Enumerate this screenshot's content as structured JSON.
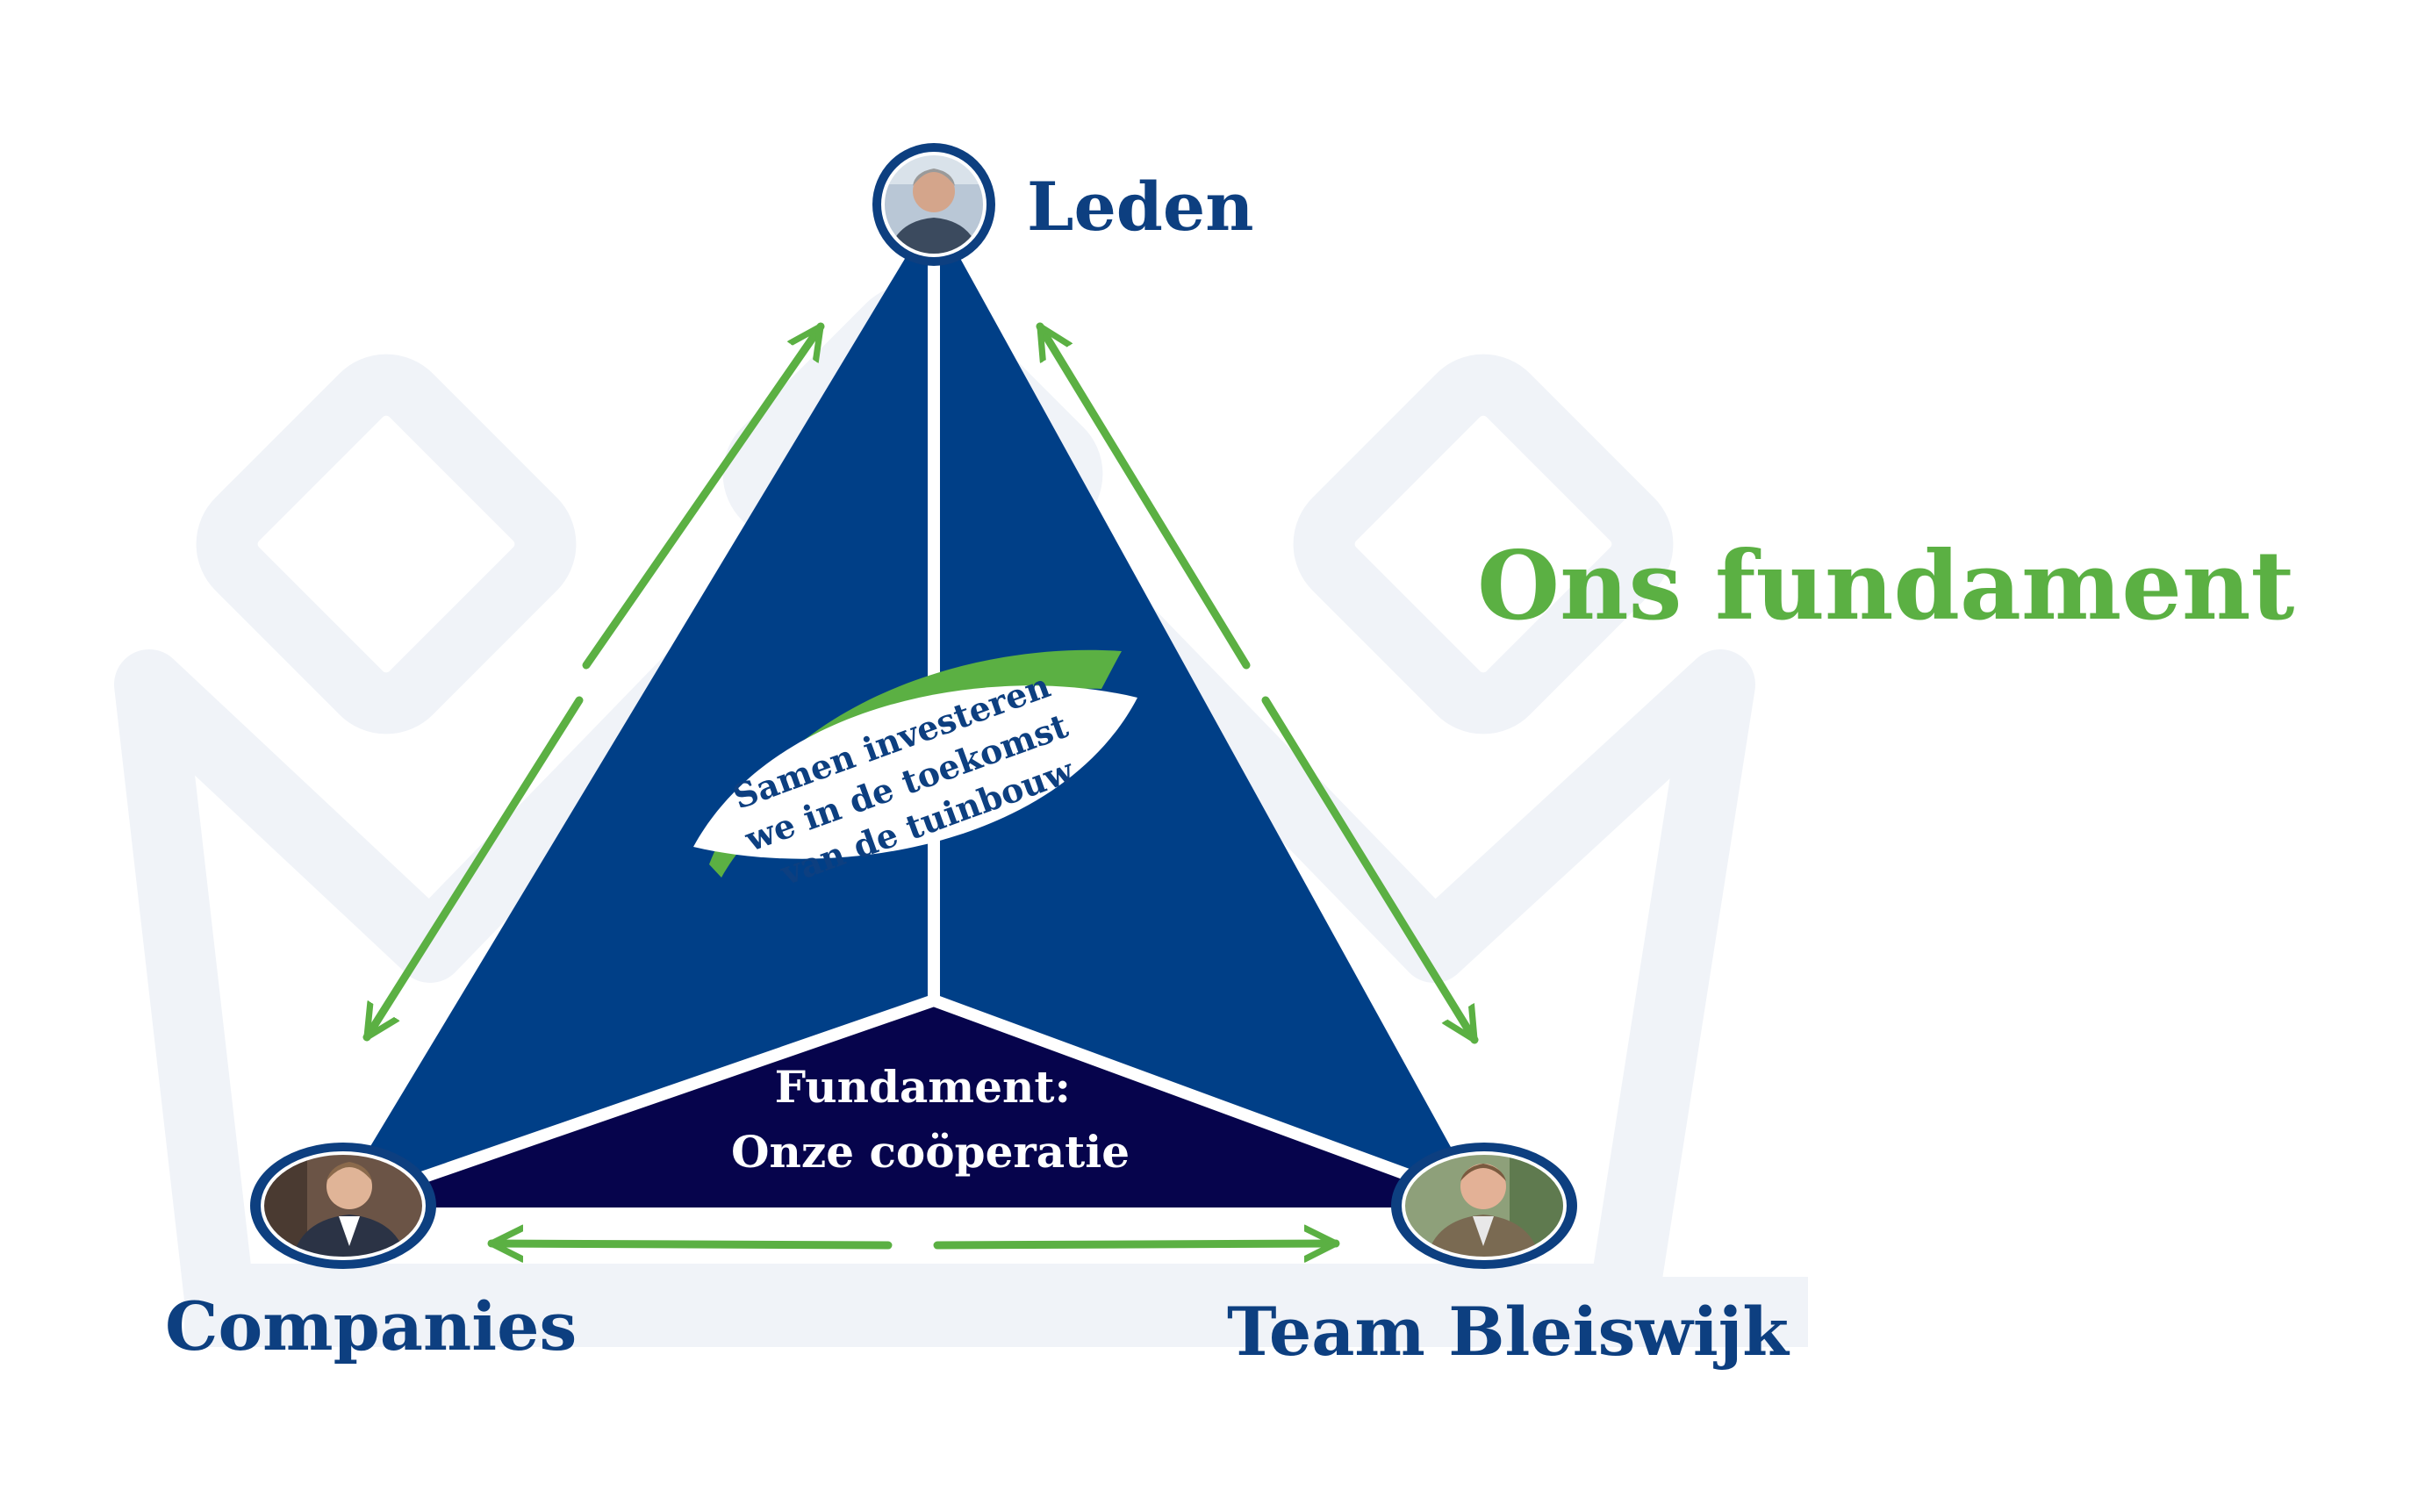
{
  "title": "Ons fundament",
  "nodes": {
    "top": {
      "label": "Leden",
      "icon": "person-avatar-icon"
    },
    "left": {
      "label": "Companies",
      "icon": "person-avatar-icon"
    },
    "right": {
      "label": "Team Bleiswijk",
      "icon": "person-avatar-icon"
    }
  },
  "center_leaf": {
    "lines": [
      "Samen investeren",
      "we in de toekomst",
      "van de tuinbouw"
    ]
  },
  "base": {
    "lines": [
      "Fundament:",
      "Onze coöperatie"
    ]
  },
  "colors": {
    "primary_blue": "#003f87",
    "dark_navy": "#06044c",
    "accent_green": "#5bb043",
    "label_blue": "#0d3f80",
    "watermark": "#f0f3f8"
  }
}
